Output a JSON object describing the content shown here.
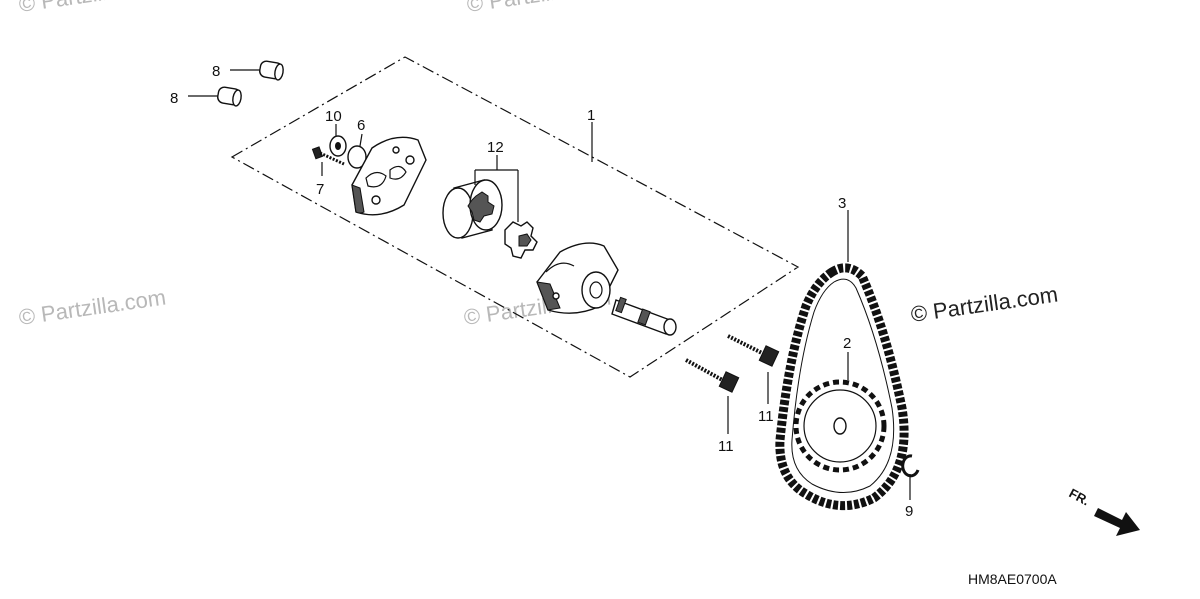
{
  "diagram": {
    "callouts": [
      "1",
      "2",
      "3",
      "6",
      "7",
      "8",
      "8",
      "9",
      "10",
      "11",
      "11",
      "12"
    ],
    "diagram_code": "HM8AE0700A",
    "direction_label": "FR.",
    "watermarks": [
      "© Partzilla.com",
      "© Partzilla.com",
      "© Partzilla.com",
      "© Partzilla.com"
    ],
    "watermark_primary": "© Partzilla.com"
  }
}
